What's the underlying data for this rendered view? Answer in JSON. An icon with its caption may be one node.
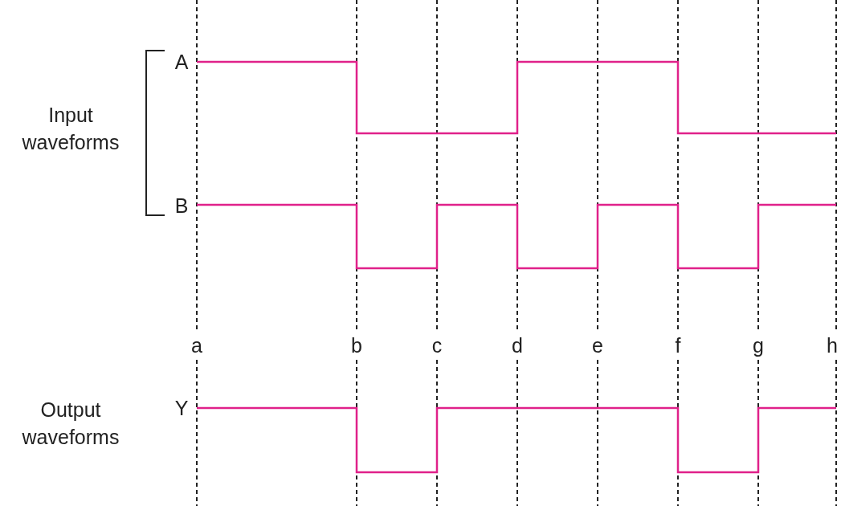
{
  "diagram": {
    "labels": [
      "A",
      "Input waveforms",
      "B",
      "a",
      "b",
      "c",
      "d",
      "e",
      "f",
      "g",
      "h",
      "Output waveforms",
      "Y"
    ]
  }
}
